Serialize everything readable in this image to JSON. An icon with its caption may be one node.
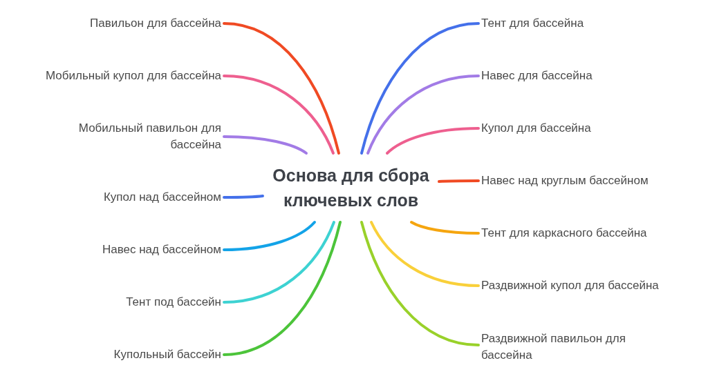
{
  "diagram": {
    "nodes": [
      {
        "text": [
          "Основа для сбора ключевых слов"
        ]
      },
      {
        "text": [
          "Павильон для бассейна"
        ]
      },
      {
        "text": [
          "Мобильный купол для бассейна"
        ]
      },
      {
        "text": [
          "Мобильный павильон для бассейна"
        ]
      },
      {
        "text": [
          "Купол над бассейном"
        ]
      },
      {
        "text": [
          "Навес над бассейном"
        ]
      },
      {
        "text": [
          "Тент под бассейн"
        ]
      },
      {
        "text": [
          "Купольный бассейн"
        ]
      },
      {
        "text": [
          "Тент для бассейна"
        ]
      },
      {
        "text": [
          "Навес для бассейна"
        ]
      },
      {
        "text": [
          "Купол для бассейна"
        ]
      },
      {
        "text": [
          "Навес над круглым бассейном"
        ]
      },
      {
        "text": [
          "Тент для каркасного бассейна"
        ]
      },
      {
        "text": [
          "Раздвижной купол для бассейна"
        ]
      },
      {
        "text": [
          "Раздвижной павильон для бассейна"
        ]
      }
    ],
    "edges": [
      {
        "from": 0,
        "to": 1,
        "arrow": "none",
        "color": "#f04a23"
      },
      {
        "from": 0,
        "to": 2,
        "arrow": "none",
        "color": "#ee5f8f"
      },
      {
        "from": 0,
        "to": 3,
        "arrow": "none",
        "color": "#a27be6"
      },
      {
        "from": 0,
        "to": 4,
        "arrow": "none",
        "color": "#4470ea"
      },
      {
        "from": 0,
        "to": 5,
        "arrow": "none",
        "color": "#13a3e8"
      },
      {
        "from": 0,
        "to": 6,
        "arrow": "none",
        "color": "#3dd2d2"
      },
      {
        "from": 0,
        "to": 7,
        "arrow": "none",
        "color": "#4cc43a"
      },
      {
        "from": 0,
        "to": 8,
        "arrow": "none",
        "color": "#4470ea"
      },
      {
        "from": 0,
        "to": 9,
        "arrow": "none",
        "color": "#a27be6"
      },
      {
        "from": 0,
        "to": 10,
        "arrow": "none",
        "color": "#ee5f8f"
      },
      {
        "from": 0,
        "to": 11,
        "arrow": "none",
        "color": "#f04a23"
      },
      {
        "from": 0,
        "to": 12,
        "arrow": "none",
        "color": "#f5a50f"
      },
      {
        "from": 0,
        "to": 13,
        "arrow": "none",
        "color": "#f9d03a"
      },
      {
        "from": 0,
        "to": 14,
        "arrow": "none",
        "color": "#99d12a"
      }
    ]
  }
}
